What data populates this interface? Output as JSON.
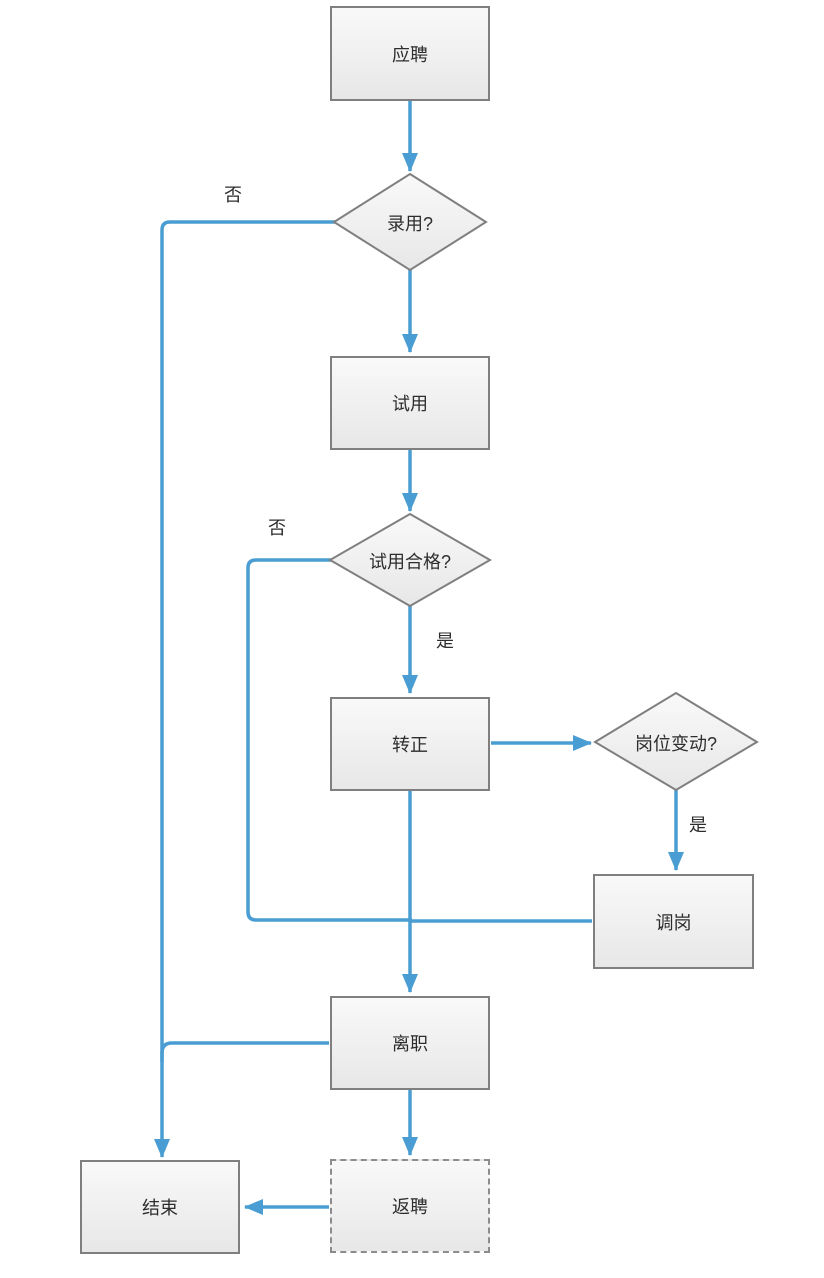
{
  "diagram": {
    "nodes": {
      "apply": {
        "label": "应聘",
        "type": "process"
      },
      "hired": {
        "label": "录用?",
        "type": "decision"
      },
      "probation": {
        "label": "试用",
        "type": "process"
      },
      "probation_pass": {
        "label": "试用合格?",
        "type": "decision"
      },
      "regularize": {
        "label": "转正",
        "type": "process"
      },
      "position_change": {
        "label": "岗位变动?",
        "type": "decision"
      },
      "transfer": {
        "label": "调岗",
        "type": "process"
      },
      "resign": {
        "label": "离职",
        "type": "process"
      },
      "rehire": {
        "label": "返聘",
        "type": "process-dashed"
      },
      "end": {
        "label": "结束",
        "type": "process"
      }
    },
    "edge_labels": {
      "hired_no": "否",
      "probation_pass_no": "否",
      "probation_pass_yes": "是",
      "position_change_yes": "是"
    },
    "colors": {
      "connector": "#4a9dd2",
      "node_border": "#7f7f7f",
      "dashed_border": "#8c8c8c",
      "node_fill_top": "#f9f9f9",
      "node_fill_bottom": "#e7e7e7",
      "text": "#2d2d2d",
      "background": "#ffffff"
    }
  }
}
